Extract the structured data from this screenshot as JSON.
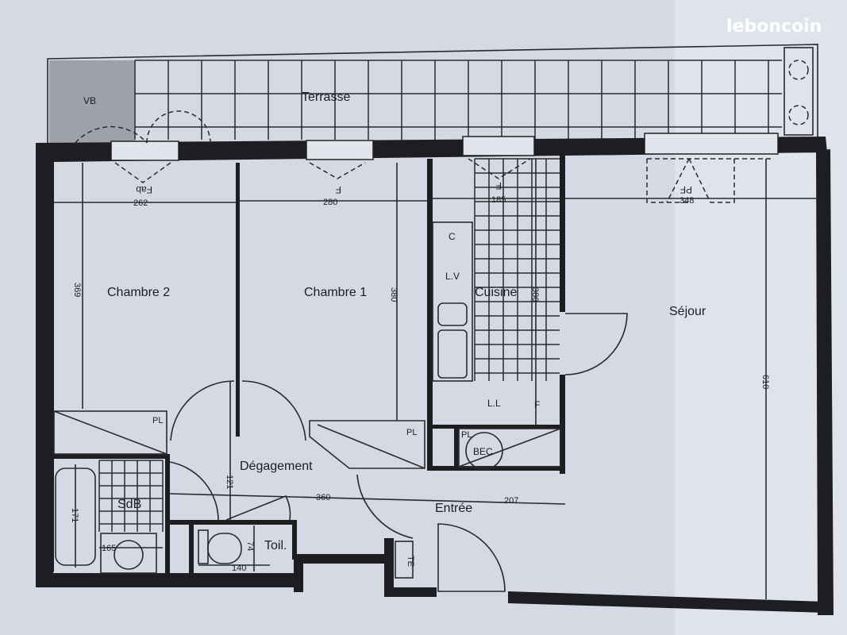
{
  "watermark": "leboncoin",
  "rooms": {
    "terrace": "Terrasse",
    "bedroom2": "Chambre 2",
    "bedroom1": "Chambre 1",
    "kitchen": "Cuisine",
    "living": "Séjour",
    "hallway": "Dégagement",
    "bathroom": "SdB",
    "toilet": "Toil.",
    "entrance": "Entrée"
  },
  "fixtures": {
    "vb": "VB",
    "c": "C",
    "lv": "L.V",
    "ll": "L.L",
    "f": "F",
    "pl": "PL",
    "bec": "BEC",
    "te": "TE"
  },
  "windows": {
    "bedroom2": "Fab",
    "bedroom1": "F",
    "kitchen": "F",
    "living": "PF"
  },
  "dimensions": {
    "bedroom2_width": "262",
    "bedroom2_depth": "369",
    "bedroom1_width": "280",
    "bedroom1_depth": "380",
    "kitchen_width": "185",
    "kitchen_depth": "380",
    "living_width": "348",
    "living_depth": "610",
    "hall_depth": "121",
    "hall_length": "360",
    "entrance_length": "207",
    "bath_length": "171",
    "bath_width": "165",
    "toilet_width": "74",
    "toilet_length": "140"
  }
}
